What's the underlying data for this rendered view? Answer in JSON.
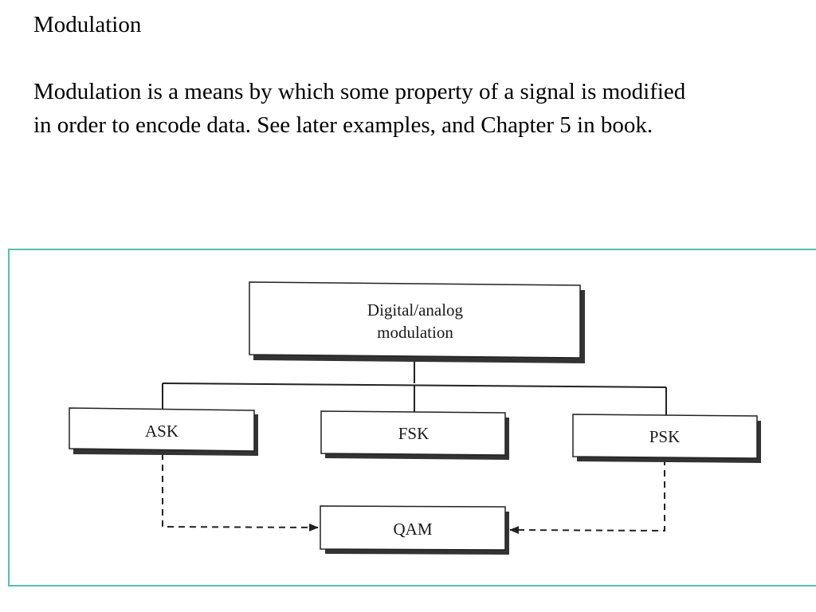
{
  "slide": {
    "title": "Modulation",
    "body_line1": "Modulation is a means by which some property of a signal is modified",
    "body_line2": "in order to encode data. See later examples, and Chapter 5 in book."
  },
  "diagram": {
    "root": {
      "line1": "Digital/analog",
      "line2": "modulation"
    },
    "ask": "ASK",
    "fsk": "FSK",
    "psk": "PSK",
    "qam": "QAM"
  },
  "colors": {
    "frame": "#5cbdb0",
    "box_border": "#222222",
    "box_shadow": "#333333"
  }
}
